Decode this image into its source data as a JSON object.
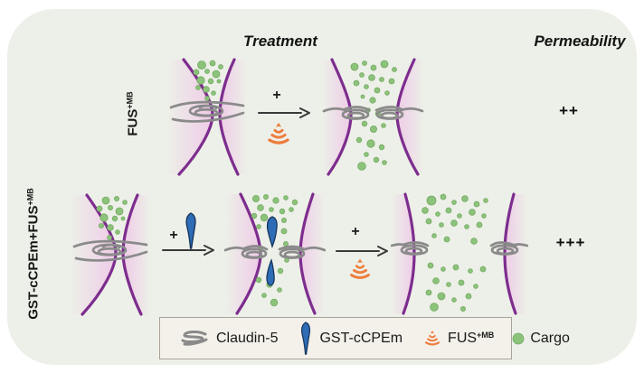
{
  "figure": {
    "treatment_header": "Treatment",
    "permeability_header": "Permeability"
  },
  "row1": {
    "label": "FUS",
    "label_sup": "+MB",
    "arrow_plus": "+",
    "permeability": "++"
  },
  "row2": {
    "label": "GST-cCPEm+FUS",
    "label_sup": "+MB",
    "arrow1_plus": "+",
    "arrow2_plus": "+",
    "permeability": "+++"
  },
  "legend": {
    "items": [
      {
        "icon": "claudin-5-icon",
        "label": "Claudin-5"
      },
      {
        "icon": "gst-ccpem-icon",
        "label": "GST-cCPEm"
      },
      {
        "icon": "fus-mb-icon",
        "label": "FUS",
        "label_sup": "+MB"
      },
      {
        "icon": "cargo-icon",
        "label": "Cargo"
      }
    ]
  },
  "colors": {
    "panel_background": "#edf0e8",
    "membrane_purple": "#7d2d8e",
    "cell_pink": "#eec9e7",
    "claudin_gray": "#8a8a8a",
    "cargo_green": "#8cc37b",
    "fus_orange": "#ee7c3c",
    "ccpem_blue": "#2e6cb5"
  }
}
